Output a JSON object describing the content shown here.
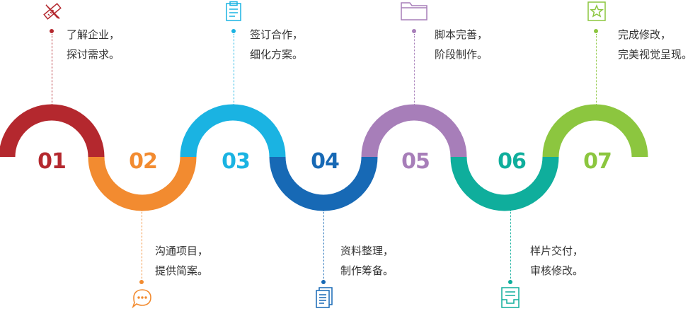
{
  "steps": [
    {
      "number": "01",
      "lines": [
        "了解企业，",
        "探讨需求。"
      ],
      "color": "#b4282e",
      "icon": "pencil-ruler-icon",
      "position": "top"
    },
    {
      "number": "02",
      "lines": [
        "沟通项目，",
        "提供简案。"
      ],
      "color": "#f28b30",
      "icon": "chat-bubble-icon",
      "position": "bottom"
    },
    {
      "number": "03",
      "lines": [
        "签订合作，",
        "细化方案。"
      ],
      "color": "#1ab3e2",
      "icon": "clipboard-icon",
      "position": "top"
    },
    {
      "number": "04",
      "lines": [
        "资料整理，",
        "制作筹备。"
      ],
      "color": "#1769b5",
      "icon": "documents-icon",
      "position": "bottom"
    },
    {
      "number": "05",
      "lines": [
        "脚本完善，",
        "阶段制作。"
      ],
      "color": "#a77eb9",
      "icon": "folder-icon",
      "position": "top"
    },
    {
      "number": "06",
      "lines": [
        "样片交付，",
        "审核修改。"
      ],
      "color": "#0fae9c",
      "icon": "inbox-tray-icon",
      "position": "bottom"
    },
    {
      "number": "07",
      "lines": [
        "完成修改，",
        "完美视觉呈现。"
      ],
      "color": "#8cc63f",
      "icon": "star-frame-icon",
      "position": "top"
    }
  ]
}
